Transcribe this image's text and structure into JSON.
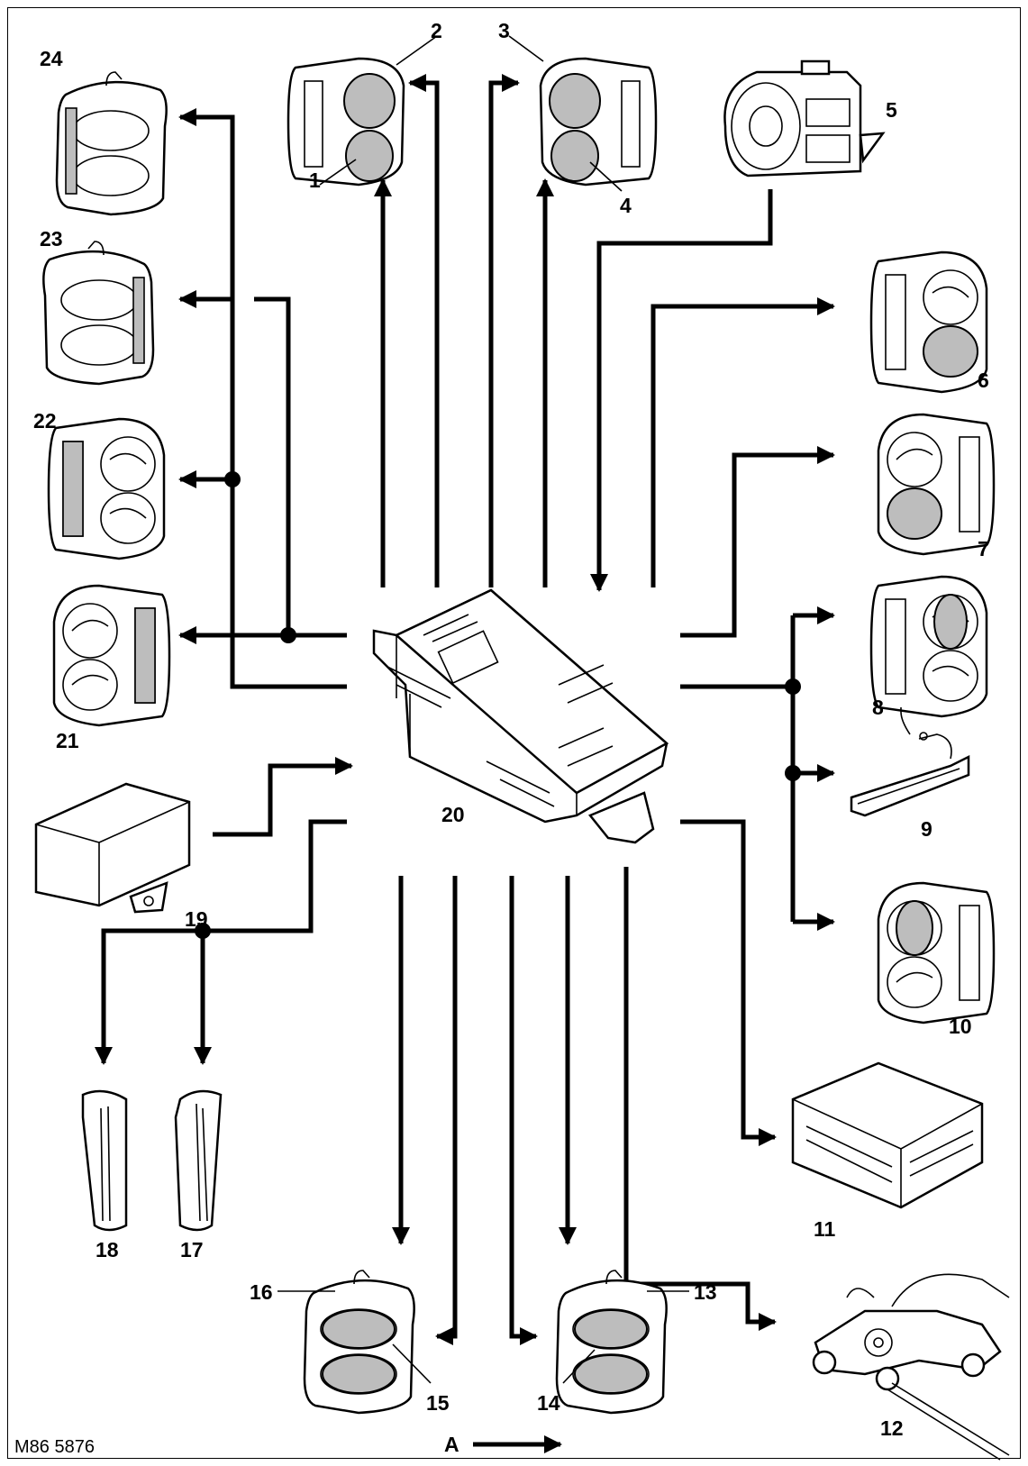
{
  "figure": {
    "reference_code": "M86 5876",
    "view_label": "A",
    "component_numbers": [
      "1",
      "2",
      "3",
      "4",
      "5",
      "6",
      "7",
      "8",
      "9",
      "10",
      "11",
      "12",
      "13",
      "14",
      "15",
      "16",
      "17",
      "18",
      "19",
      "20",
      "21",
      "22",
      "23",
      "24"
    ]
  },
  "colors": {
    "line": "#000000",
    "lens_fill": "#bdbdbd",
    "background": "#ffffff"
  },
  "icons": [
    "headlamp-icon",
    "lighting-switch-icon",
    "side-repeater-icon",
    "high-mounted-stop-lamp-icon",
    "cd-player-icon",
    "wiper-motor-icon",
    "control-module-icon",
    "arrow-icon"
  ]
}
